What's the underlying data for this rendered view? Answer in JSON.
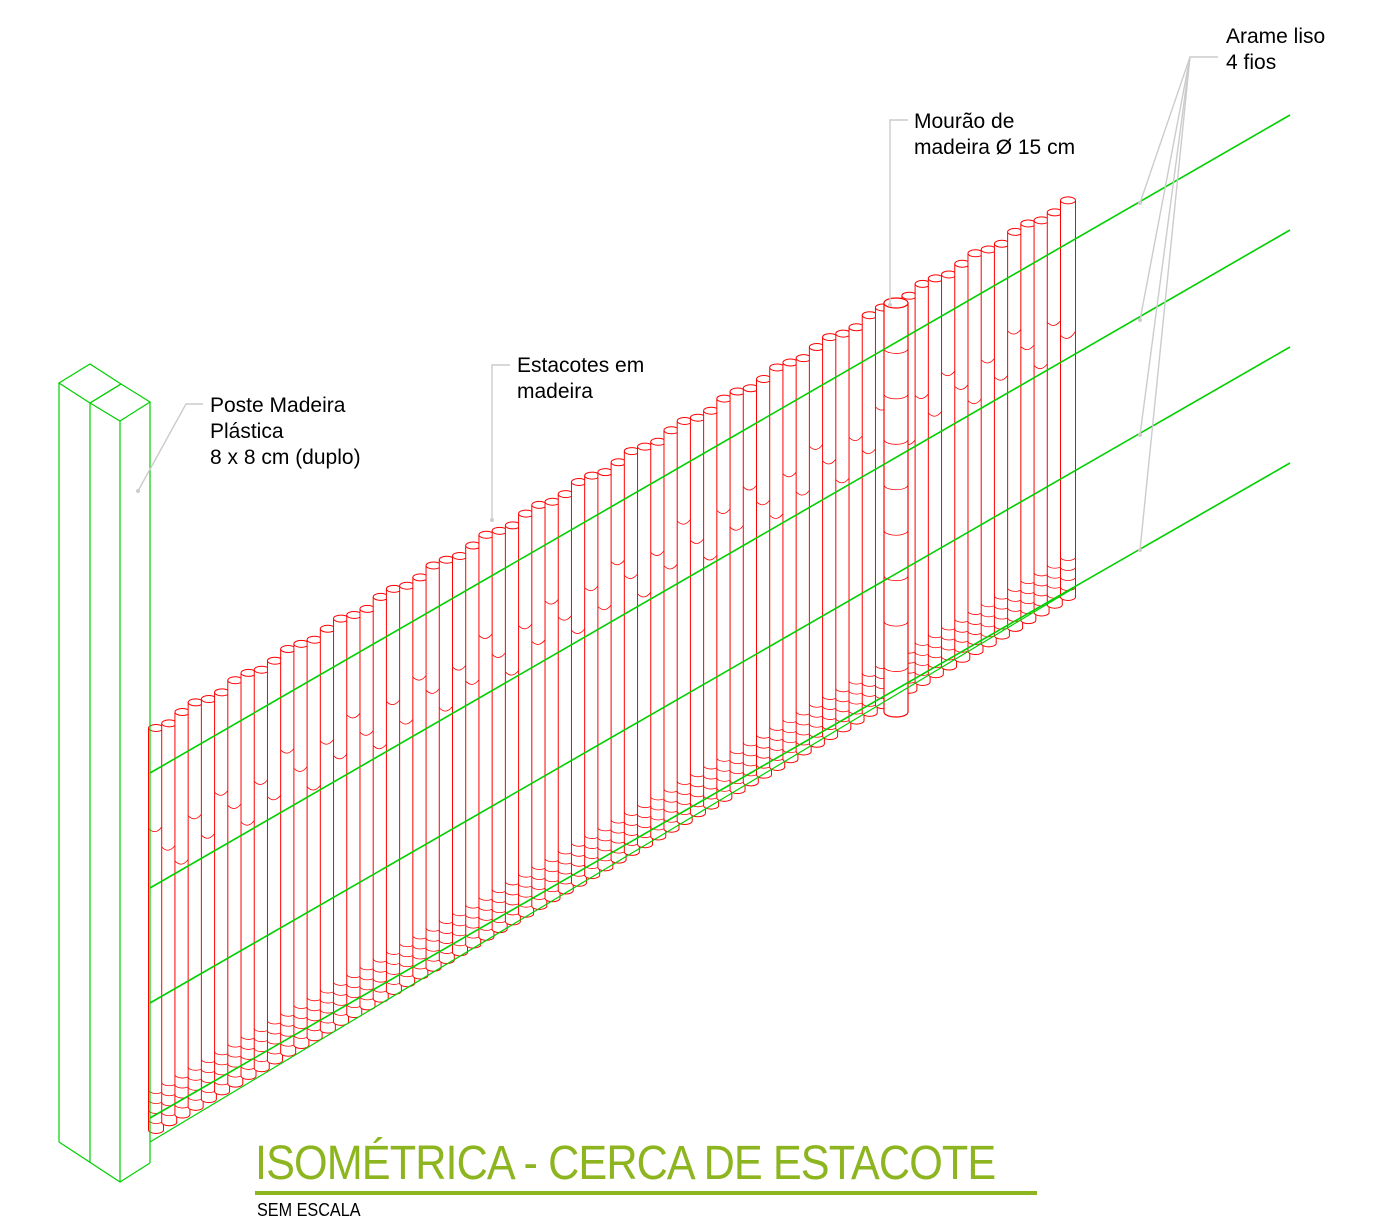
{
  "labels": {
    "poste": [
      "Poste Madeira",
      "Plástica",
      "8 x 8 cm (duplo)"
    ],
    "estacotes": [
      "Estacotes em",
      "madeira"
    ],
    "mourao": [
      "Mourão de",
      "madeira Ø 15 cm"
    ],
    "arame": [
      "Arame liso",
      "4 fios"
    ]
  },
  "title": "ISOMÉTRICA - CERCA DE ESTACOTE",
  "subtitle": "SEM ESCALA",
  "colors": {
    "stakes": "#ff0000",
    "wires": "#00d000",
    "post": "#00d000",
    "leaders": "#cccccc",
    "title": "#8db51f",
    "text": "#000000"
  }
}
